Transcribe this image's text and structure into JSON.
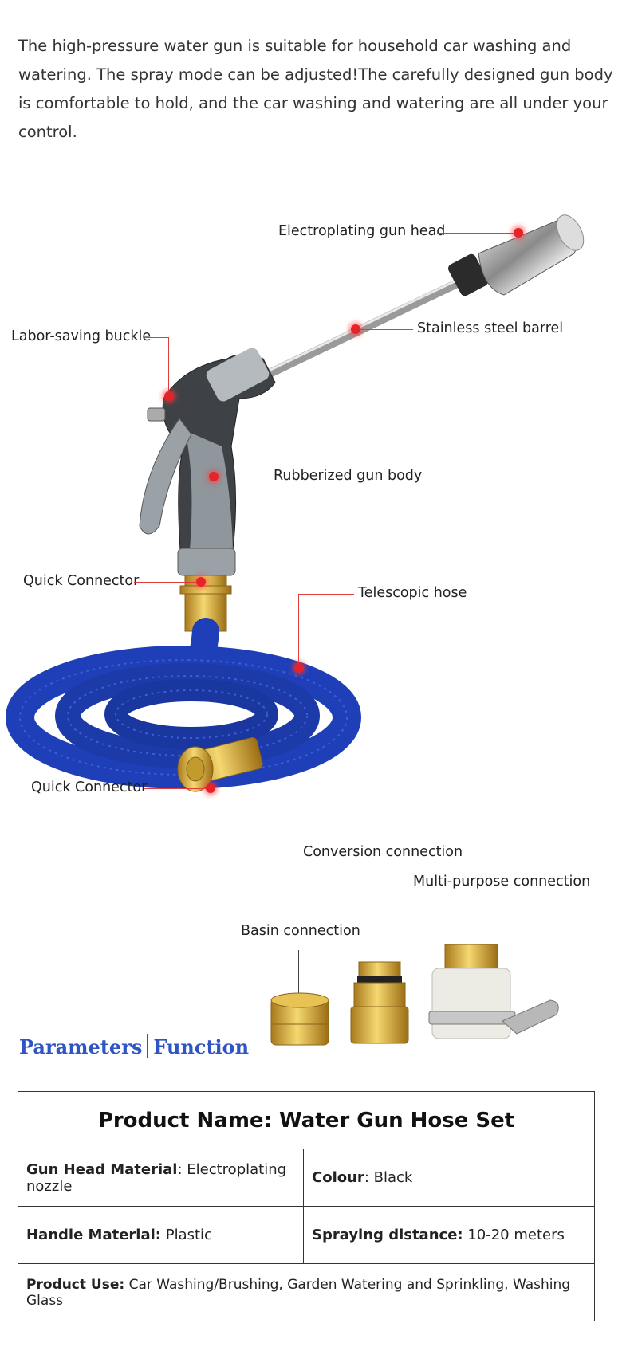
{
  "intro": "The high-pressure water gun is suitable for household car washing and watering. The spray mode can be adjusted!The carefully designed gun body is comfortable to hold, and the car washing and watering are all under your control.",
  "labels": {
    "gun_head": "Electroplating gun head",
    "barrel": "Stainless steel barrel",
    "buckle": "Labor-saving buckle",
    "body": "Rubberized gun body",
    "connector_top": "Quick Connector",
    "hose": "Telescopic hose",
    "connector_bottom": "Quick Connector"
  },
  "accessories": {
    "conversion": "Conversion connection",
    "multi": "Multi-purpose connection",
    "basin": "Basin connection"
  },
  "section": {
    "left": "Parameters",
    "right": "Function"
  },
  "table": {
    "title": "Product Name: Water Gun Hose Set",
    "gun_head_key": "Gun Head Material",
    "gun_head_val": ": Electroplating nozzle",
    "colour_key": "Colour",
    "colour_val": ": Black",
    "handle_key": "Handle Material:",
    "handle_val": " Plastic",
    "spray_key": "Spraying distance:",
    "spray_val": " 10-20 meters",
    "use_key": "Product Use:",
    "use_val": " Car Washing/Brushing, Garden Watering and Sprinkling, Washing Glass"
  },
  "colors": {
    "accent": "#2f55c4",
    "callout": "#e23b3b",
    "hose": "#1e3fb8",
    "brass": "#d4a838"
  }
}
